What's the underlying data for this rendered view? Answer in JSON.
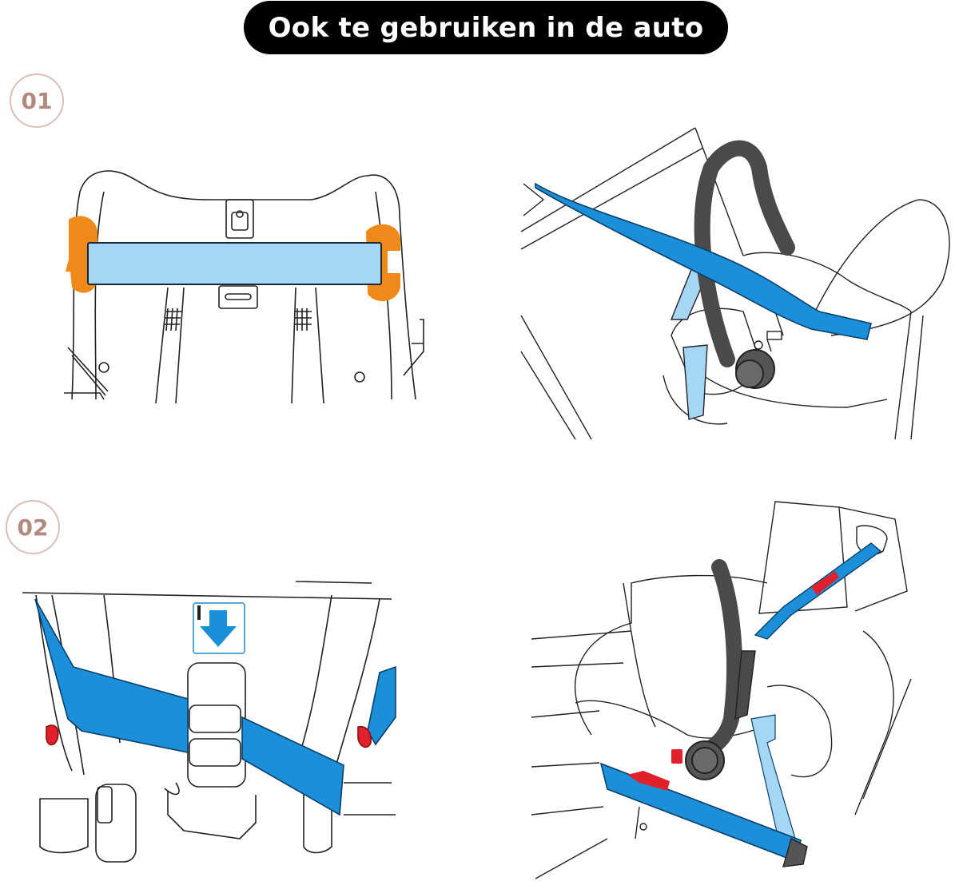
{
  "header": {
    "title": "Ook te gebruiken in de auto"
  },
  "steps": [
    {
      "number": "01"
    },
    {
      "number": "02"
    }
  ],
  "colors": {
    "title_bg": "#000000",
    "title_text": "#ffffff",
    "badge_border": "#d9c0b6",
    "badge_text": "#b08a7e",
    "belt_blue": "#1b8fd9",
    "belt_light_blue": "#a6d6f5",
    "clip_orange": "#ef8a1a",
    "handle_gray": "#4a4a4a",
    "arrow_red": "#e0202a"
  },
  "panels": [
    {
      "id": "step1-front-view",
      "description": "Lap belt across front of infant carrier with orange belt guides"
    },
    {
      "id": "step1-car-view",
      "description": "Infant carrier in car seat with belt across"
    },
    {
      "id": "step2-front-view",
      "description": "Belt routed through carrier with buckle and blue arrow label"
    },
    {
      "id": "step2-car-view",
      "description": "Carrier in car with shoulder and lap belt, red direction arrows"
    }
  ]
}
